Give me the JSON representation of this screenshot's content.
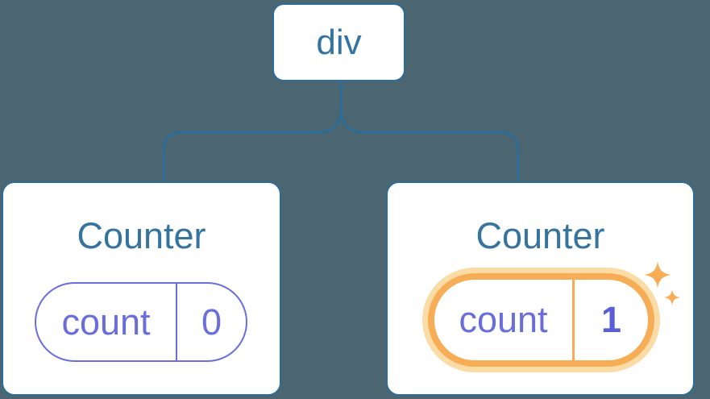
{
  "diagram": {
    "root": {
      "label": "div"
    },
    "children": [
      {
        "title": "Counter",
        "state_key": "count",
        "state_value": "0",
        "highlighted": false
      },
      {
        "title": "Counter",
        "state_key": "count",
        "state_value": "1",
        "highlighted": true
      }
    ]
  },
  "icons": {
    "sparkle_large": "sparkle-icon",
    "sparkle_small": "sparkle-icon"
  },
  "colors": {
    "background": "#4c6671",
    "line_blue": "#2b6c99",
    "heading_blue": "#35749f",
    "purple": "#6a6edb",
    "purple_bold": "#5a5cd8",
    "orange": "#f6ad55",
    "orange_glow": "#fbdba6",
    "card_bg": "#ffffff"
  }
}
